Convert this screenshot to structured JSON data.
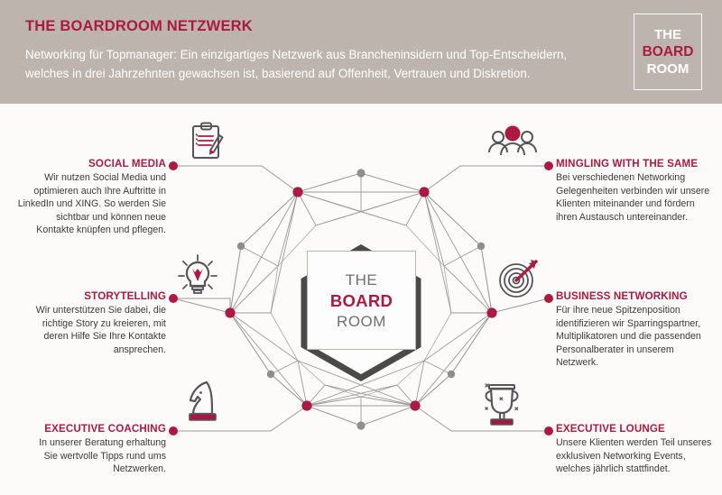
{
  "header": {
    "title": "THE BOARDROOM NETZWERK",
    "subtitle_lines": [
      "Networking für Topmanager: Ein einzigartiges Netzwerk aus Brancheninsidern und Top-Entscheidern,",
      "welches in drei Jahrzehnten gewachsen ist, basierend auf Offenheit, Vertrauen und Diskretion."
    ],
    "logo": {
      "line1": "THE",
      "line2": "BOARD",
      "line3": "ROOM"
    }
  },
  "center_logo": {
    "line1": "THE",
    "line2": "BOARD",
    "line3": "ROOM"
  },
  "colors": {
    "accent": "#ad1a41",
    "header_bg": "#bdb4ad",
    "canvas_bg": "#fcfbfa",
    "node_gray": "#8e8e8e",
    "line_gray": "#9a9a9a",
    "hexagon": "#4a4a4a",
    "body_text": "#3a3a3a"
  },
  "items": [
    {
      "id": "social-media",
      "side": "left",
      "icon": "clipboard-pen-icon",
      "title": "SOCIAL MEDIA",
      "body_lines": [
        "Wir nutzen Social Media und",
        "optimieren auch Ihre Auftritte in",
        "LinkedIn und XING. So werden Sie",
        "sichtbar und können neue",
        "Kontakte knüpfen und pflegen."
      ]
    },
    {
      "id": "storytelling",
      "side": "left",
      "icon": "lightbulb-icon",
      "title": "STORYTELLING",
      "body_lines": [
        "Wir unterstützen Sie dabei, die",
        "richtige Story zu kreieren, mit",
        "deren Hilfe Sie Ihre Kontakte",
        "ansprechen."
      ]
    },
    {
      "id": "executive-coaching",
      "side": "left",
      "icon": "chess-knight-icon",
      "title": "EXECUTIVE COACHING",
      "body_lines": [
        "In unserer Beratung erhaltung",
        "Sie wertvolle Tipps rund ums",
        "Netzwerken."
      ]
    },
    {
      "id": "mingling-with-the-same",
      "side": "right",
      "icon": "people-group-icon",
      "title": "MINGLING WITH THE SAME",
      "body_lines": [
        "Bei verschiedenen Networking",
        "Gelegenheiten verbinden wir unsere",
        "Klienten miteinander und fördern",
        "ihren Austausch untereinander."
      ]
    },
    {
      "id": "business-networking",
      "side": "right",
      "icon": "target-arrow-icon",
      "title": "BUSINESS NETWORKING",
      "body_lines": [
        "Für ihre neue Spitzenposition",
        "identifizieren wir Sparringspartner,",
        "Multiplikatoren und die passenden",
        "Personalberater in unserem",
        "Netzwerk."
      ]
    },
    {
      "id": "executive-lounge",
      "side": "right",
      "icon": "trophy-icon",
      "title": "EXECUTIVE LOUNGE",
      "body_lines": [
        "Unsere Klienten werden Teil unseres",
        "exklusiven Networking Events,",
        "welches jährlich stattfindet."
      ]
    }
  ]
}
